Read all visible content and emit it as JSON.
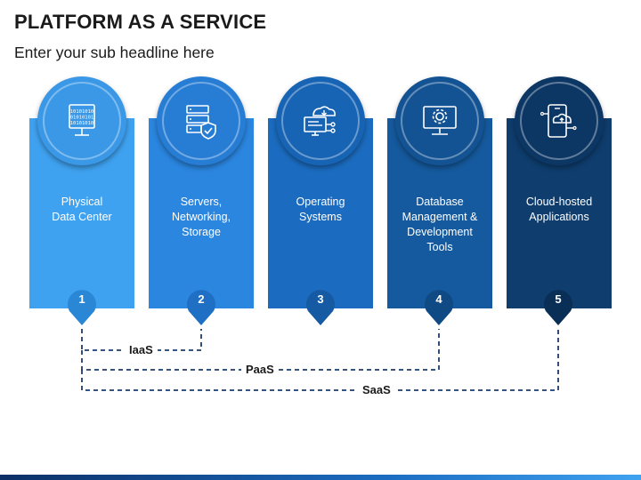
{
  "title": "PLATFORM AS A SERVICE",
  "subtitle": "Enter your sub headline here",
  "steps": [
    {
      "number": "1",
      "label": "Physical\nData Center",
      "icon": "server-rack-binary-icon",
      "color": "#3fa2f0",
      "dark": "#2a87d6"
    },
    {
      "number": "2",
      "label": "Servers,\nNetworking,\nStorage",
      "icon": "server-shield-icon",
      "color": "#2b86e0",
      "dark": "#1f6fc4"
    },
    {
      "number": "3",
      "label": "Operating\nSystems",
      "icon": "monitor-cloud-icon",
      "color": "#1b6cc0",
      "dark": "#155aa3"
    },
    {
      "number": "4",
      "label": "Database\nManagement &\nDevelopment\nTools",
      "icon": "monitor-gear-icon",
      "color": "#155a9e",
      "dark": "#0f4a85"
    },
    {
      "number": "5",
      "label": "Cloud-hosted\nApplications",
      "icon": "phone-cloud-icon",
      "color": "#0e3d6e",
      "dark": "#0a2f57"
    }
  ],
  "brackets": [
    {
      "label": "IaaS",
      "from_step": 1,
      "to_step": 2
    },
    {
      "label": "PaaS",
      "from_step": 1,
      "to_step": 4
    },
    {
      "label": "SaaS",
      "from_step": 1,
      "to_step": 5
    }
  ],
  "colors": {
    "line": "#1b3d6e",
    "bar_gradient_start": "#0b2f66",
    "bar_gradient_end": "#3fa2f0"
  }
}
